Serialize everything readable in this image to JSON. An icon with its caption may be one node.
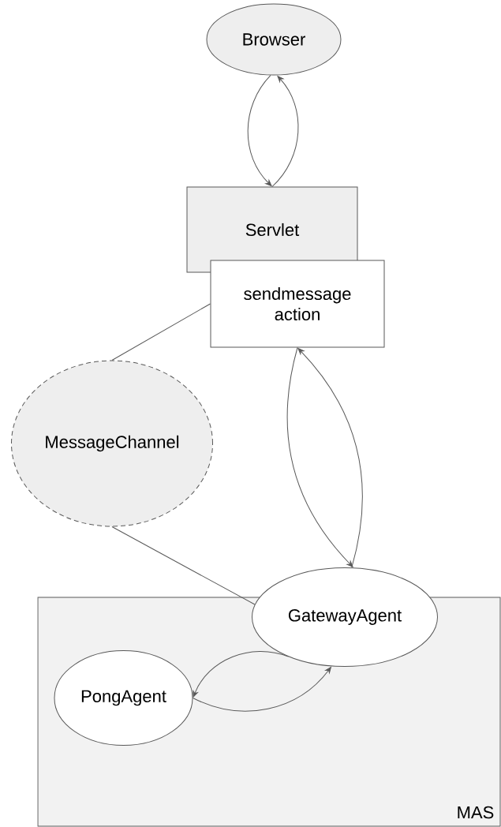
{
  "diagram": {
    "nodes": [
      {
        "text": [
          "Browser"
        ]
      },
      {
        "text": [
          "Servlet"
        ]
      },
      {
        "text": [
          "sendmessage action"
        ]
      },
      {
        "text": [
          "MessageChannel"
        ]
      },
      {
        "text": [
          "MAS"
        ]
      },
      {
        "text": [
          "GatewayAgent"
        ]
      },
      {
        "text": [
          "PongAgent"
        ],
        "in": 4
      }
    ],
    "edges": [
      {
        "from": 0,
        "to": 1,
        "arrow": "to"
      },
      {
        "from": 1,
        "to": 0,
        "arrow": "to"
      },
      {
        "from": 2,
        "to": 3,
        "arrow": "none"
      },
      {
        "from": 2,
        "to": 5,
        "arrow": "to"
      },
      {
        "from": 5,
        "to": 2,
        "arrow": "to"
      },
      {
        "from": 3,
        "to": 5,
        "arrow": "none"
      },
      {
        "from": 5,
        "to": 6,
        "arrow": "to"
      },
      {
        "from": 6,
        "to": 5,
        "arrow": "to"
      }
    ]
  }
}
